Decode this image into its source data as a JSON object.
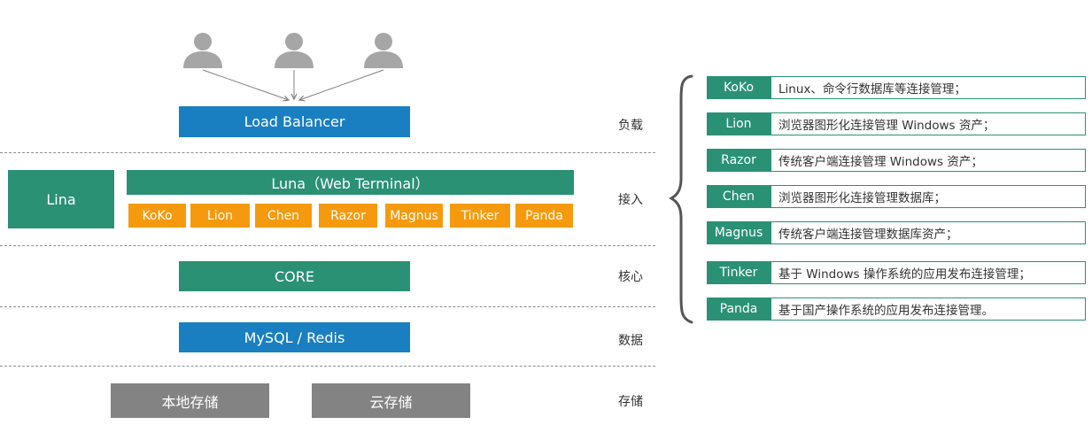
{
  "users": [
    "user",
    "user",
    "user"
  ],
  "load_balancer": "Load Balancer",
  "lina": "Lina",
  "luna": "Luna（Web Terminal）",
  "components": [
    "KoKo",
    "Lion",
    "Chen",
    "Razor",
    "Magnus",
    "Tinker",
    "Panda"
  ],
  "core": "CORE",
  "database": "MySQL / Redis",
  "storage": [
    "本地存储",
    "云存储"
  ],
  "layers": {
    "load": "负载",
    "access": "接入",
    "core": "核心",
    "data": "数据",
    "storage": "存储"
  },
  "legend": [
    {
      "name": "KoKo",
      "desc": "Linux、命令行数据库等连接管理；"
    },
    {
      "name": "Lion",
      "desc": "浏览器图形化连接管理 Windows 资产；"
    },
    {
      "name": "Razor",
      "desc": "传统客户端连接管理 Windows 资产；"
    },
    {
      "name": "Chen",
      "desc": "浏览器图形化连接管理数据库；"
    },
    {
      "name": "Magnus",
      "desc": "传统客户端连接管理数据库资产；"
    },
    {
      "name": "Tinker",
      "desc": "基于 Windows 操作系统的应用发布连接管理；"
    },
    {
      "name": "Panda",
      "desc": "基于国产操作系统的应用发布连接管理。"
    }
  ],
  "colors": {
    "blue": "#1a7fc1",
    "green": "#2a9174",
    "orange": "#f59a0f",
    "gray": "#838383"
  }
}
